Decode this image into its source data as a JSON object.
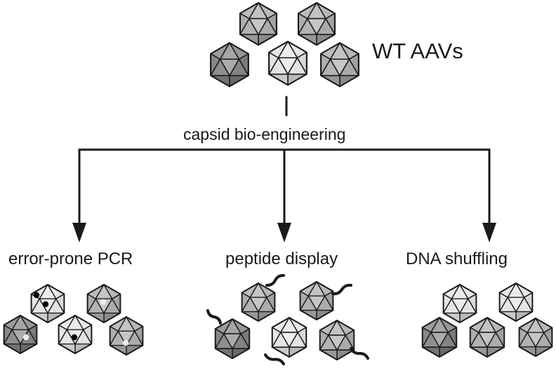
{
  "title": "WT AAVs",
  "process": "capsid bio-engineering",
  "methods": [
    {
      "label": "error-prone PCR"
    },
    {
      "label": "peptide display"
    },
    {
      "label": "DNA shuffling"
    }
  ],
  "colors": {
    "stroke": "#1a1a1a",
    "shade_light": "#e2e2e2",
    "shade_mid": "#a9a9a9",
    "shade_dark": "#808080",
    "mutation_dark": "#000000",
    "mutation_light": "#ececec"
  }
}
